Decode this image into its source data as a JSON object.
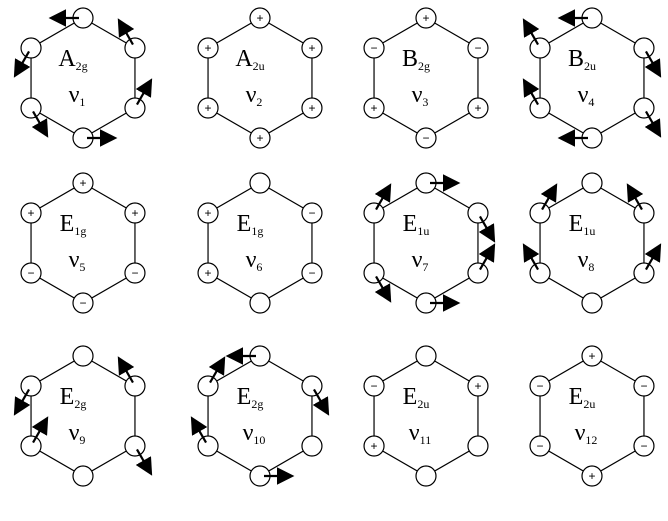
{
  "modes": [
    {
      "id": "v1",
      "symbol": "A",
      "sub": "2g",
      "nu": "ν",
      "nusub": "1",
      "signs": [
        "",
        "",
        "",
        "",
        "",
        ""
      ],
      "arrows": [
        [
          0,
          180
        ],
        [
          1,
          -120
        ],
        [
          2,
          -60
        ],
        [
          3,
          0
        ],
        [
          4,
          60
        ],
        [
          5,
          120
        ]
      ]
    },
    {
      "id": "v2",
      "symbol": "A",
      "sub": "2u",
      "nu": "ν",
      "nusub": "2",
      "signs": [
        "+",
        "+",
        "+",
        "+",
        "+",
        "+"
      ],
      "arrows": []
    },
    {
      "id": "v3",
      "symbol": "B",
      "sub": "2g",
      "nu": "ν",
      "nusub": "3",
      "signs": [
        "+",
        "−",
        "+",
        "−",
        "+",
        "−"
      ],
      "arrows": []
    },
    {
      "id": "v4",
      "symbol": "B",
      "sub": "2u",
      "nu": "ν",
      "nusub": "4",
      "signs": [
        "",
        "",
        "",
        "",
        "",
        ""
      ],
      "arrows": [
        [
          0,
          180
        ],
        [
          1,
          60
        ],
        [
          2,
          60
        ],
        [
          3,
          180
        ],
        [
          4,
          -120
        ],
        [
          5,
          -120
        ]
      ]
    },
    {
      "id": "v5",
      "symbol": "E",
      "sub": "1g",
      "nu": "ν",
      "nusub": "5",
      "signs": [
        "+",
        "+",
        "−",
        "−",
        "−",
        "+"
      ],
      "arrows": []
    },
    {
      "id": "v6",
      "symbol": "E",
      "sub": "1g",
      "nu": "ν",
      "nusub": "6",
      "signs": [
        "",
        "−",
        "−",
        "",
        "+",
        "+"
      ],
      "arrows": []
    },
    {
      "id": "v7",
      "symbol": "E",
      "sub": "1u",
      "nu": "ν",
      "nusub": "7",
      "signs": [
        "",
        "",
        "",
        "",
        "",
        ""
      ],
      "arrows": [
        [
          0,
          0
        ],
        [
          1,
          60
        ],
        [
          2,
          -60
        ],
        [
          3,
          0
        ],
        [
          4,
          60
        ],
        [
          5,
          -60
        ]
      ]
    },
    {
      "id": "v8",
      "symbol": "E",
      "sub": "1u",
      "nu": "ν",
      "nusub": "8",
      "signs": [
        "",
        "",
        "",
        "",
        "",
        ""
      ],
      "arrows": [
        [
          1,
          -120
        ],
        [
          2,
          -60
        ],
        [
          4,
          -120
        ],
        [
          5,
          -60
        ]
      ]
    },
    {
      "id": "v9",
      "symbol": "E",
      "sub": "2g",
      "nu": "ν",
      "nusub": "9",
      "signs": [
        "",
        "",
        "",
        "",
        "",
        ""
      ],
      "arrows": [
        [
          1,
          -120
        ],
        [
          2,
          60
        ],
        [
          4,
          -60
        ],
        [
          5,
          120
        ]
      ]
    },
    {
      "id": "v10",
      "symbol": "E",
      "sub": "2g",
      "nu": "ν",
      "nusub": "10",
      "signs": [
        "",
        "",
        "",
        "",
        "",
        ""
      ],
      "arrows": [
        [
          0,
          180
        ],
        [
          1,
          60
        ],
        [
          3,
          0
        ],
        [
          4,
          -120
        ],
        [
          5,
          -60
        ]
      ]
    },
    {
      "id": "v11",
      "symbol": "E",
      "sub": "2u",
      "nu": "ν",
      "nusub": "11",
      "signs": [
        "",
        "+",
        "",
        "",
        "+",
        "−"
      ],
      "arrows": []
    },
    {
      "id": "v12",
      "symbol": "E",
      "sub": "2u",
      "nu": "ν",
      "nusub": "12",
      "signs": [
        "+",
        "−",
        "−",
        "+",
        "−",
        "−"
      ],
      "arrows": []
    }
  ]
}
